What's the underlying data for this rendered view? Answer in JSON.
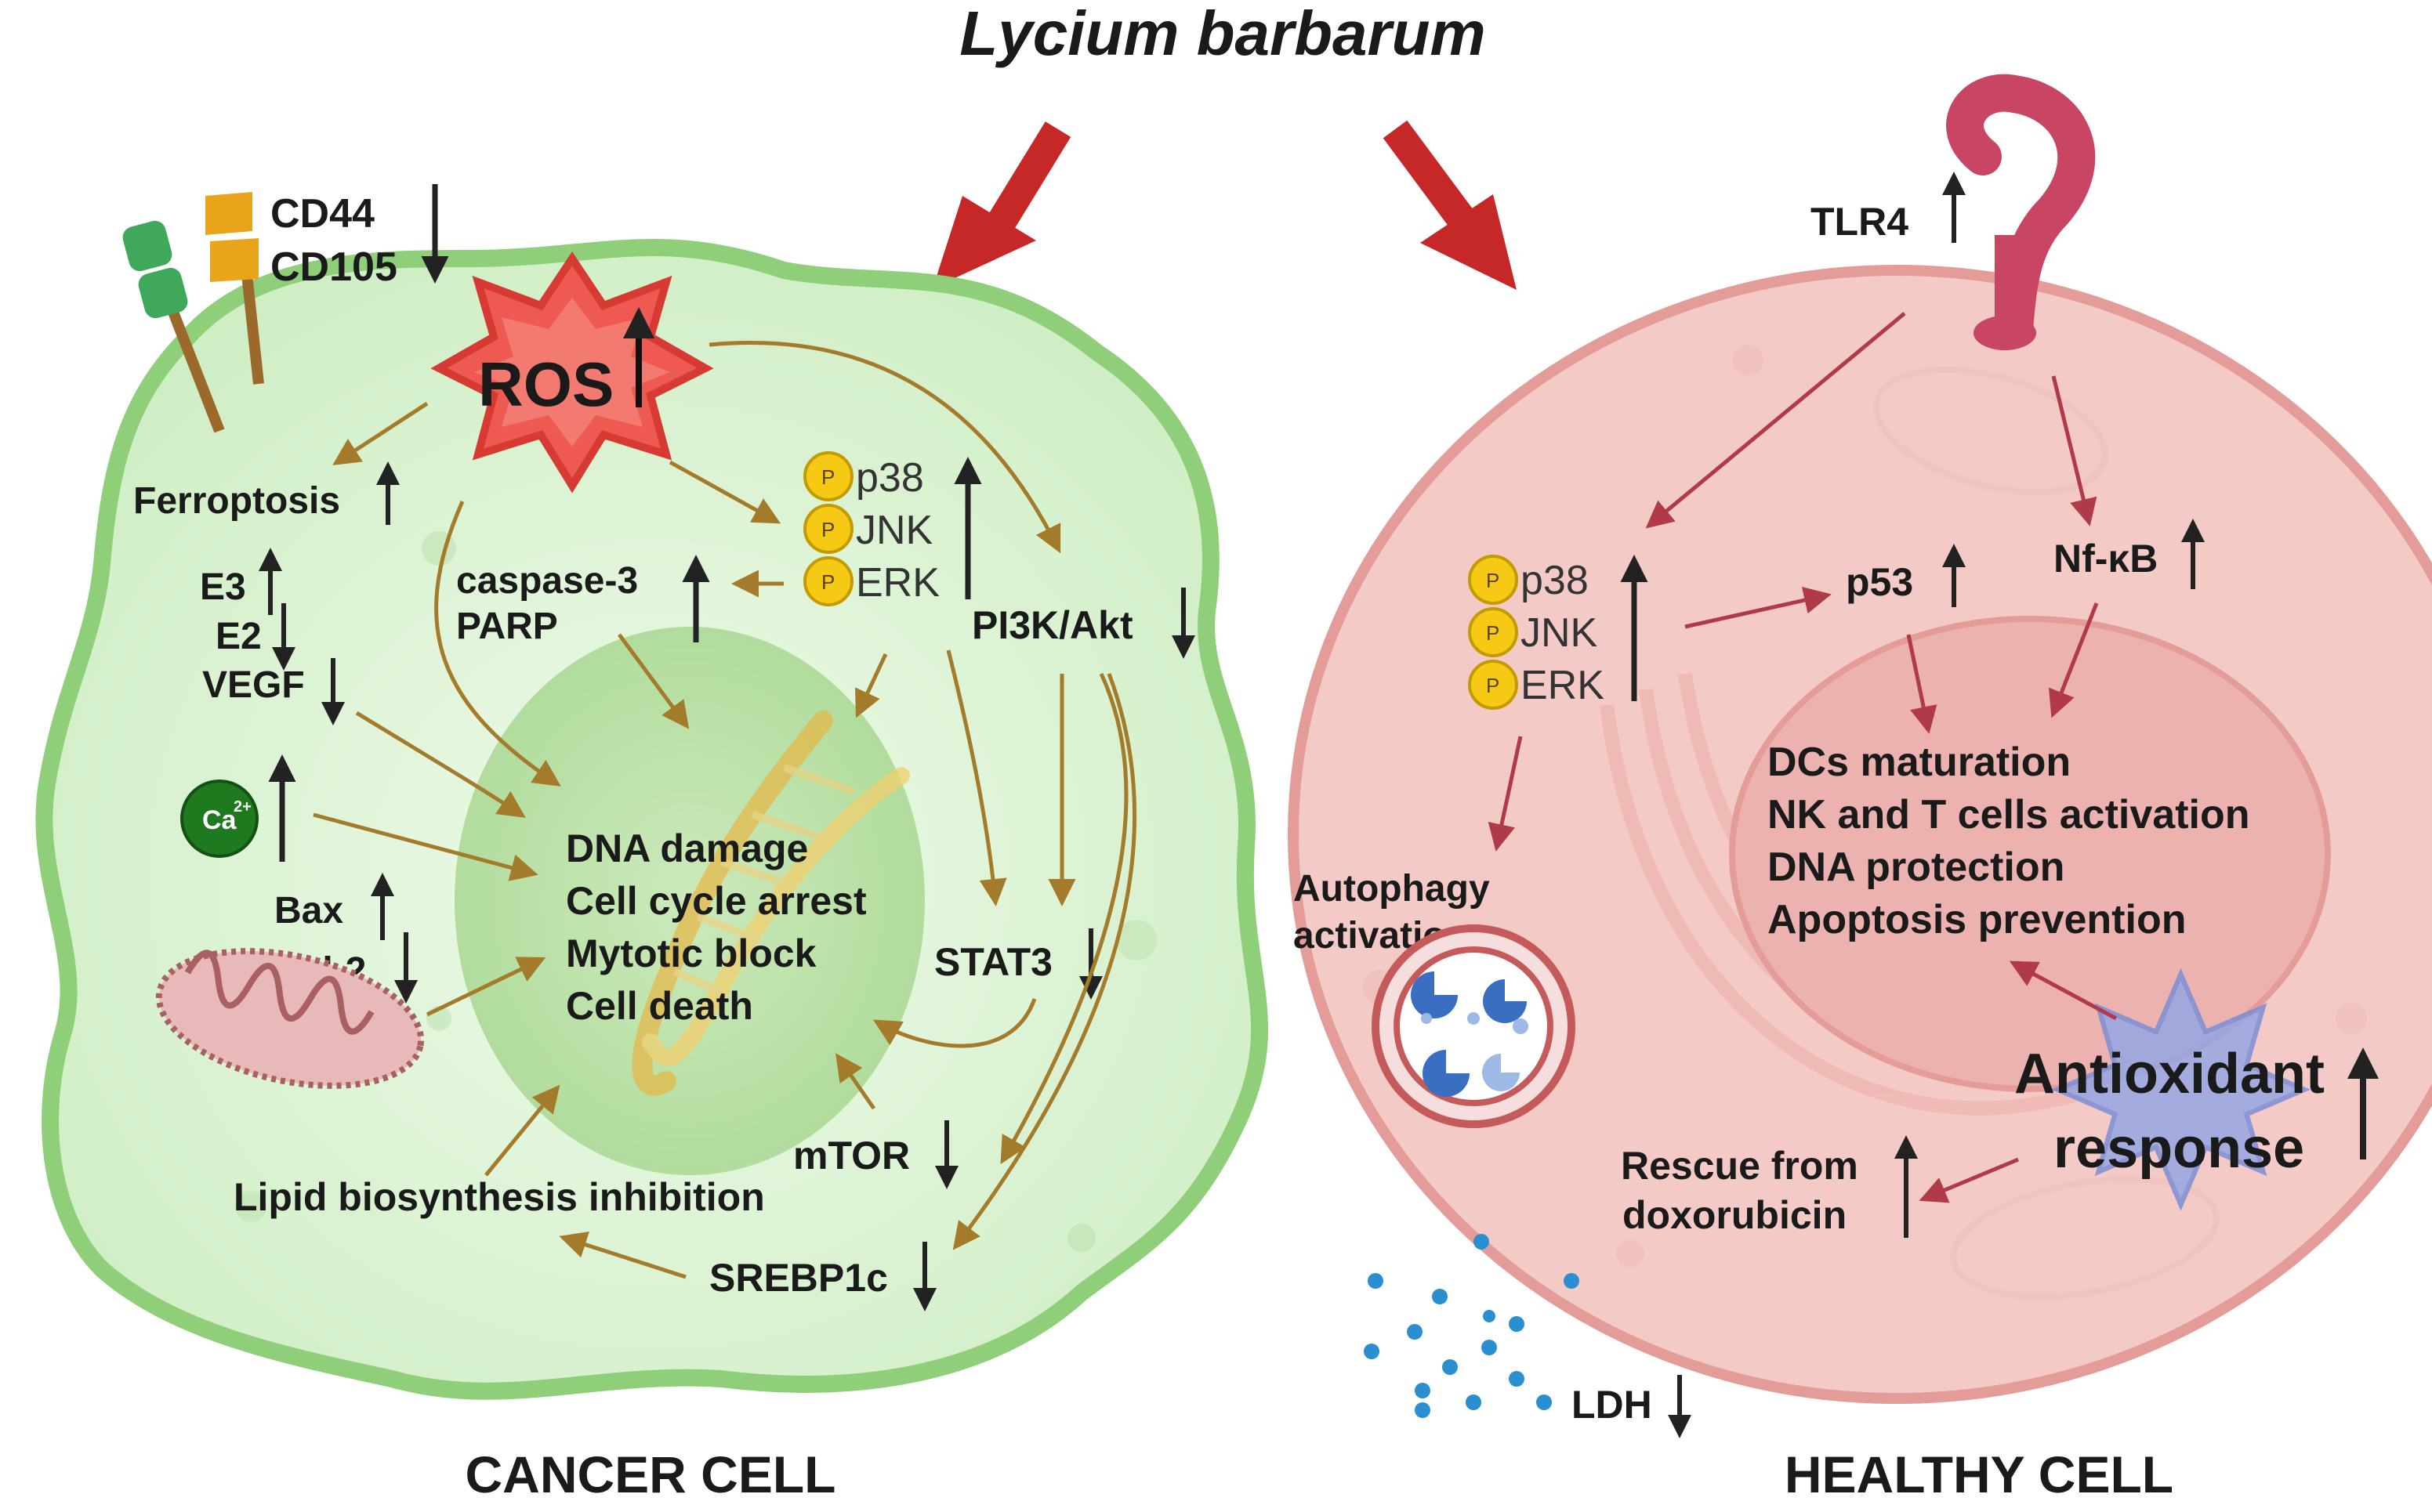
{
  "title": "Lycium barbarum",
  "colors": {
    "cancer_fill": "#d6efcf",
    "cancer_stroke": "#8fcf7a",
    "nucleus_fill": "#b9e0a8",
    "healthy_fill": "#f3c9c6",
    "healthy_stroke": "#e29c98",
    "healthy_nucleus": "#eab0ad",
    "big_arrow": "#c62828",
    "cancer_arrow": "#a47b2a",
    "healthy_arrow": "#b03a48",
    "ros": "#e0453e",
    "antioxidant": "#8c9fe0",
    "tlr4": "#c84664",
    "phospho": "#f6c915",
    "ldh": "#2a8fd0"
  },
  "icons": [
    "ros-burst-icon",
    "receptor-icon",
    "mitochondrion-icon",
    "calcium-ion-icon",
    "phospho-icon",
    "dna-helix-icon",
    "tlr4-receptor-icon",
    "autophagosome-icon",
    "antioxidant-burst-icon",
    "ldh-dots-icon"
  ],
  "cancer": {
    "caption": "CANCER CELL",
    "cd44": "CD44",
    "cd105": "CD105",
    "ros": "ROS",
    "ferroptosis": "Ferroptosis",
    "e3": "E3",
    "e2": "E2",
    "vegf": "VEGF",
    "ca": "Ca",
    "ca_sup": "2+",
    "bax": "Bax",
    "bcl2": "Bcl-2",
    "p": "P",
    "p38": "p38",
    "jnk": "JNK",
    "erk": "ERK",
    "caspase3": "caspase-3",
    "parp": "PARP",
    "pi3k": "PI3K/Akt",
    "stat3": "STAT3",
    "mtor": "mTOR",
    "srebp": "SREBP1c",
    "lipid": "Lipid biosynthesis inhibition",
    "effects": [
      "DNA damage",
      "Cell cycle arrest",
      "Mytotic block",
      "Cell death"
    ]
  },
  "healthy": {
    "caption": "HEALTHY CELL",
    "tlr4": "TLR4",
    "p": "P",
    "p38": "p38",
    "jnk": "JNK",
    "erk": "ERK",
    "p53": "p53",
    "nfkb": "Nf-κB",
    "autophagy": [
      "Autophagy",
      "activation"
    ],
    "effects": [
      "DCs maturation",
      "NK and T cells activation",
      "DNA protection",
      "Apoptosis prevention"
    ],
    "antioxidant": [
      "Antioxidant",
      "response"
    ],
    "rescue": [
      "Rescue from",
      "doxorubicin"
    ],
    "ldh": "LDH"
  }
}
